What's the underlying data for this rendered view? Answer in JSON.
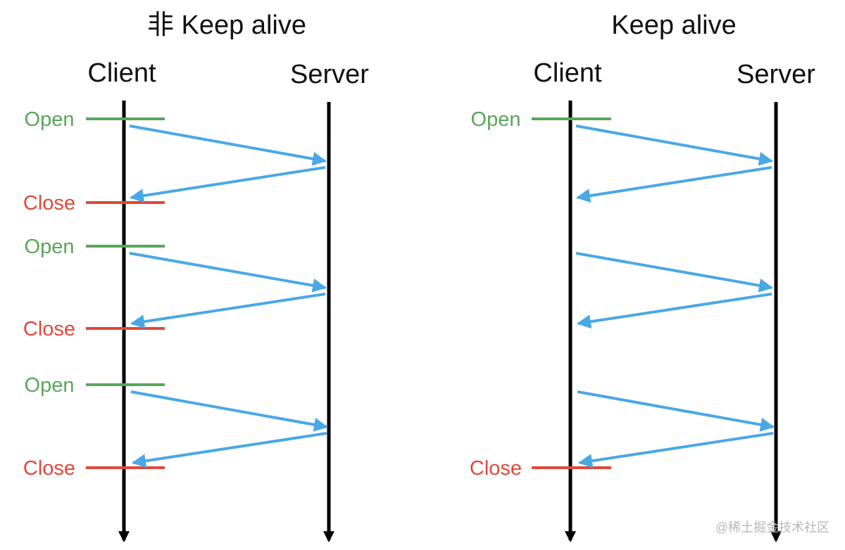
{
  "colors": {
    "open": "#5aa65b",
    "close": "#e0483a",
    "message": "#4aa8e4",
    "lifeline": "#000000",
    "text": "#111111",
    "watermark": "#b8b8b8"
  },
  "panels": [
    {
      "title": "非 Keep alive",
      "client_label": "Client",
      "server_label": "Server",
      "markers": [
        {
          "kind": "open",
          "label": "Open"
        },
        {
          "kind": "close",
          "label": "Close"
        },
        {
          "kind": "open",
          "label": "Open"
        },
        {
          "kind": "close",
          "label": "Close"
        },
        {
          "kind": "open",
          "label": "Open"
        },
        {
          "kind": "close",
          "label": "Close"
        }
      ],
      "messages": [
        {
          "from": "client",
          "to": "server"
        },
        {
          "from": "server",
          "to": "client"
        },
        {
          "from": "client",
          "to": "server"
        },
        {
          "from": "server",
          "to": "client"
        },
        {
          "from": "client",
          "to": "server"
        },
        {
          "from": "server",
          "to": "client"
        }
      ]
    },
    {
      "title": "Keep alive",
      "client_label": "Client",
      "server_label": "Server",
      "markers": [
        {
          "kind": "open",
          "label": "Open"
        },
        {
          "kind": "close",
          "label": "Close"
        }
      ],
      "messages": [
        {
          "from": "client",
          "to": "server"
        },
        {
          "from": "server",
          "to": "client"
        },
        {
          "from": "client",
          "to": "server"
        },
        {
          "from": "server",
          "to": "client"
        },
        {
          "from": "client",
          "to": "server"
        },
        {
          "from": "server",
          "to": "client"
        }
      ]
    }
  ],
  "watermark": "@稀土掘金技术社区"
}
